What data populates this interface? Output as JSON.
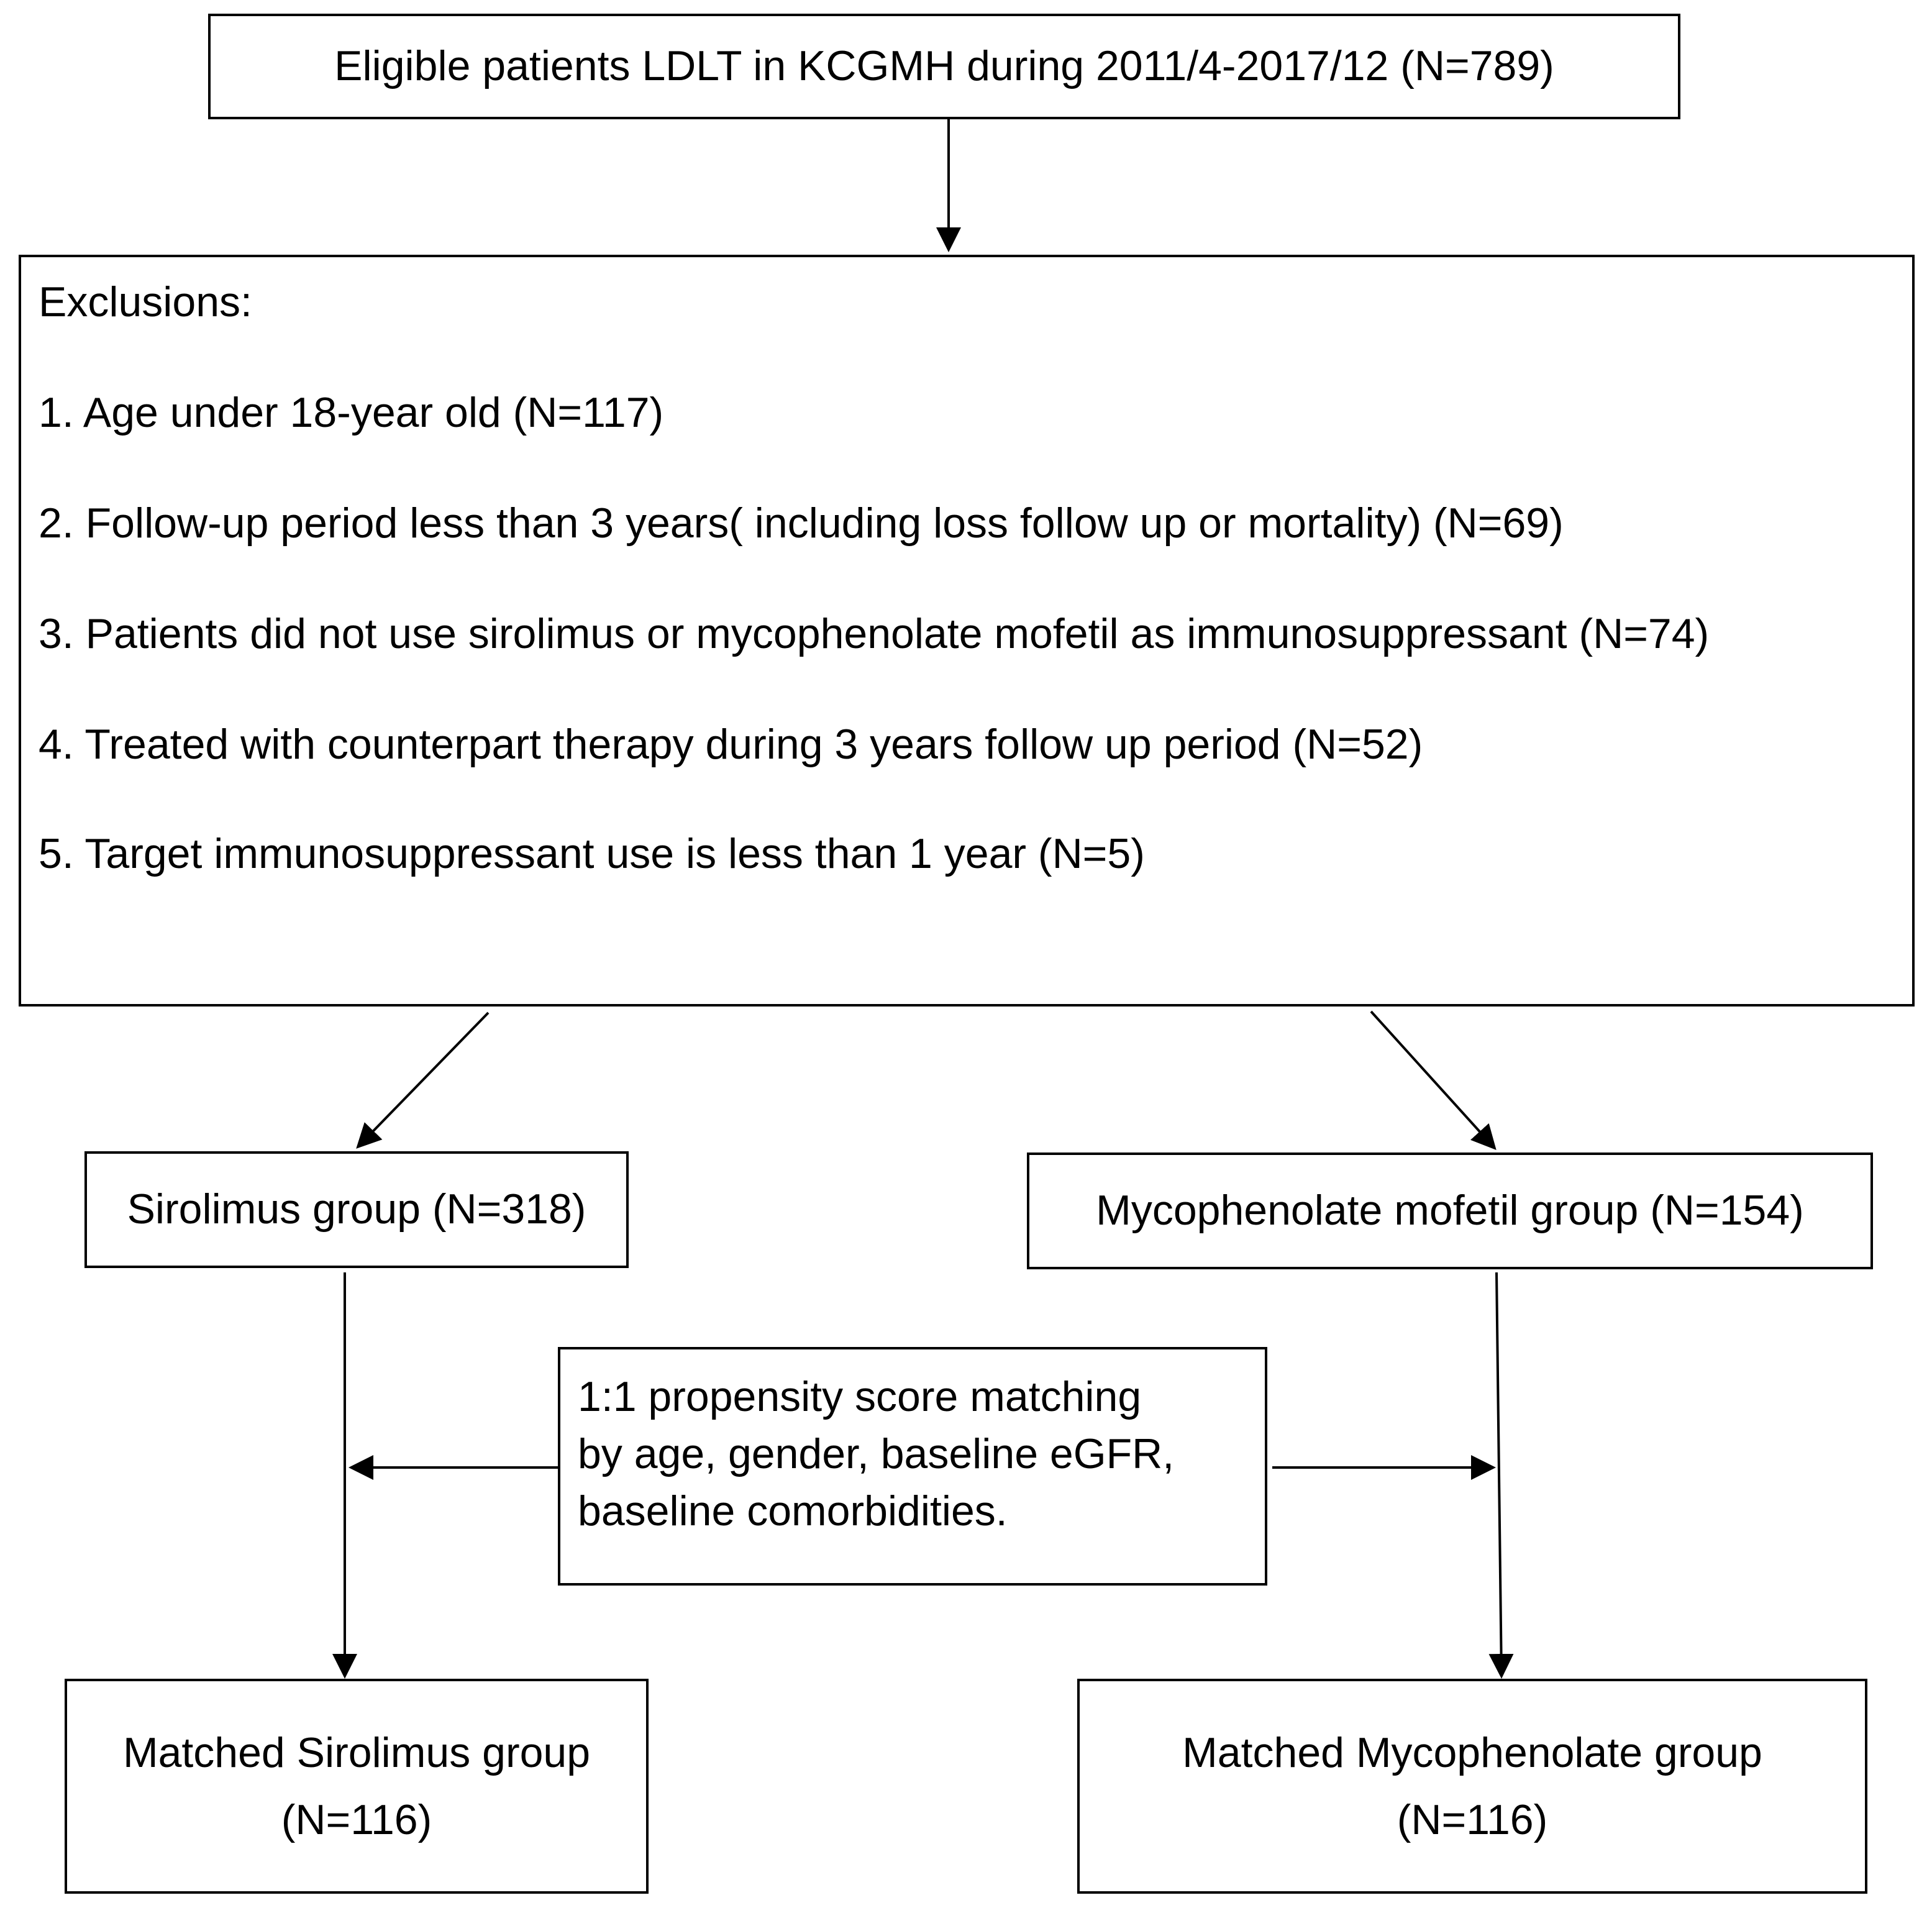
{
  "eligible": {
    "text": "Eligible  patients LDLT in KCGMH during 2011/4-2017/12 (N=789)"
  },
  "exclusions": {
    "heading": "Exclusions:",
    "items": [
      "1. Age under 18-year old (N=117)",
      "2. Follow-up  period less than 3 years( including  loss follow up or mortality) (N=69)",
      "3. Patients did not use sirolimus or mycophenolate  mofetil as immunosuppressant  (N=74)",
      "4. Treated with  counterpart therapy during 3 years follow up period (N=52)",
      "5. Target immunosuppressant  use is less than 1 year (N=5)"
    ]
  },
  "sirolimus": {
    "text": "Sirolimus  group  (N=318)"
  },
  "mycophenolate": {
    "text": "Mycophenolate  mofetil  group  (N=154)"
  },
  "matching": {
    "lines": [
      "1:1 propensity score matching",
      "by age, gender, baseline eGFR,",
      "baseline comorbidities."
    ]
  },
  "matched_sirolimus": {
    "line1": "Matched Sirolimus  group",
    "line2": "(N=116)"
  },
  "matched_mycophenolate": {
    "line1": "Matched Mycophenolate  group",
    "line2": "(N=116)"
  },
  "colors": {
    "stroke": "#000000",
    "background": "#ffffff"
  }
}
